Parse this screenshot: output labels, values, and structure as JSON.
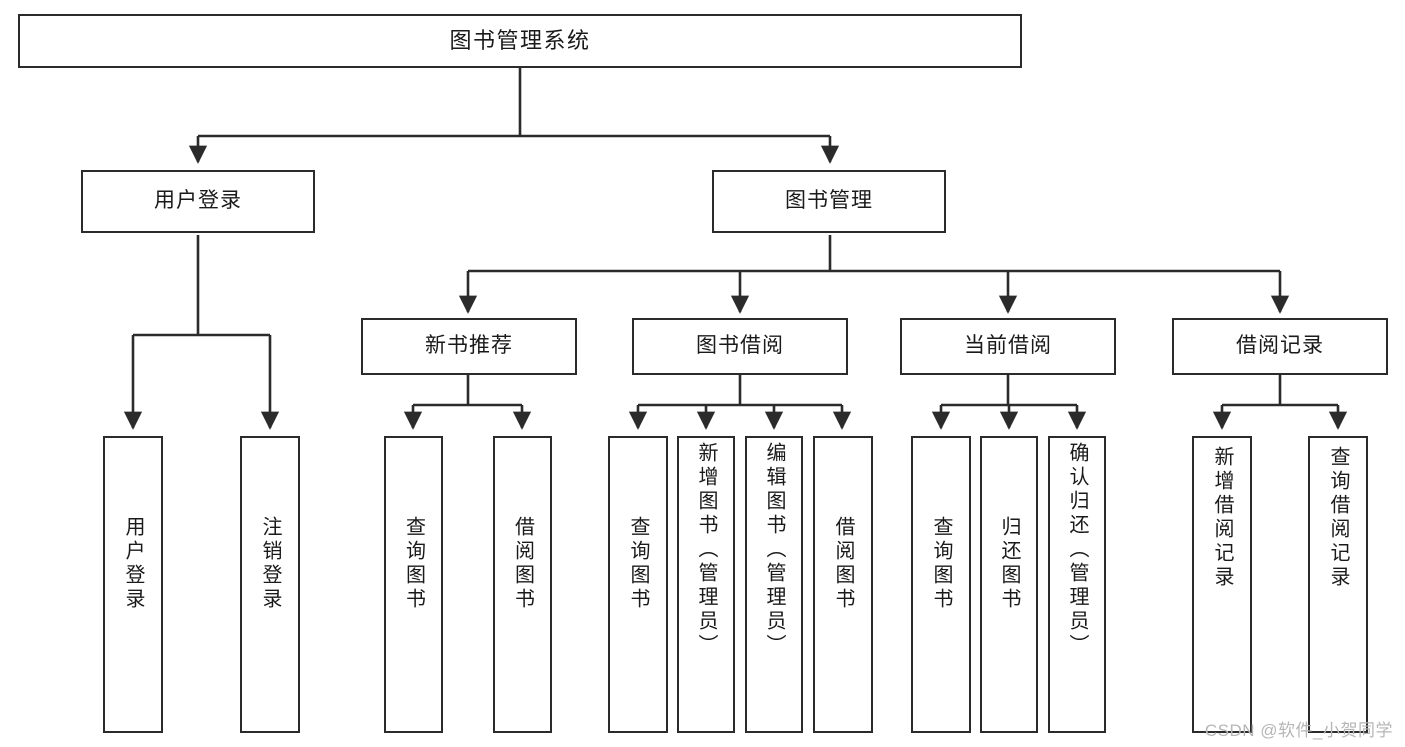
{
  "diagram": {
    "type": "tree",
    "title": "图书管理系统",
    "watermark": "CSDN @软件_小贺同学",
    "colors": {
      "background": "#ffffff",
      "border": "#2b2b2b",
      "text": "#1a1a1a",
      "edge": "#2b2b2b",
      "watermark": "#b6b6b6"
    },
    "nodes": {
      "root": {
        "label": "图书管理系统"
      },
      "level1": [
        {
          "id": "user-login",
          "label": "用户登录"
        },
        {
          "id": "book-manage",
          "label": "图书管理"
        }
      ],
      "level2": [
        {
          "id": "new-book-rec",
          "label": "新书推荐"
        },
        {
          "id": "book-borrow",
          "label": "图书借阅"
        },
        {
          "id": "current-borrow",
          "label": "当前借阅"
        },
        {
          "id": "borrow-record",
          "label": "借阅记录"
        }
      ],
      "leaves": {
        "user_login": [
          {
            "id": "leaf-user-login",
            "label": "用户登录"
          },
          {
            "id": "leaf-logout-login",
            "label": "注销登录"
          }
        ],
        "new_book_rec": [
          {
            "id": "leaf-query-book-1",
            "label": "查询图书"
          },
          {
            "id": "leaf-borrow-book-1",
            "label": "借阅图书"
          }
        ],
        "book_borrow": [
          {
            "id": "leaf-query-book-2",
            "label": "查询图书"
          },
          {
            "id": "leaf-add-book",
            "label": "新增图书（管理员）"
          },
          {
            "id": "leaf-edit-book",
            "label": "编辑图书（管理员）"
          },
          {
            "id": "leaf-borrow-book-2",
            "label": "借阅图书"
          }
        ],
        "current_borrow": [
          {
            "id": "leaf-query-book-3",
            "label": "查询图书"
          },
          {
            "id": "leaf-return-book",
            "label": "归还图书"
          },
          {
            "id": "leaf-confirm-return",
            "label": "确认归还（管理员）"
          }
        ],
        "borrow_record": [
          {
            "id": "leaf-add-record",
            "label": "新增借阅记录"
          },
          {
            "id": "leaf-query-record",
            "label": "查询借阅记录"
          }
        ]
      }
    }
  }
}
